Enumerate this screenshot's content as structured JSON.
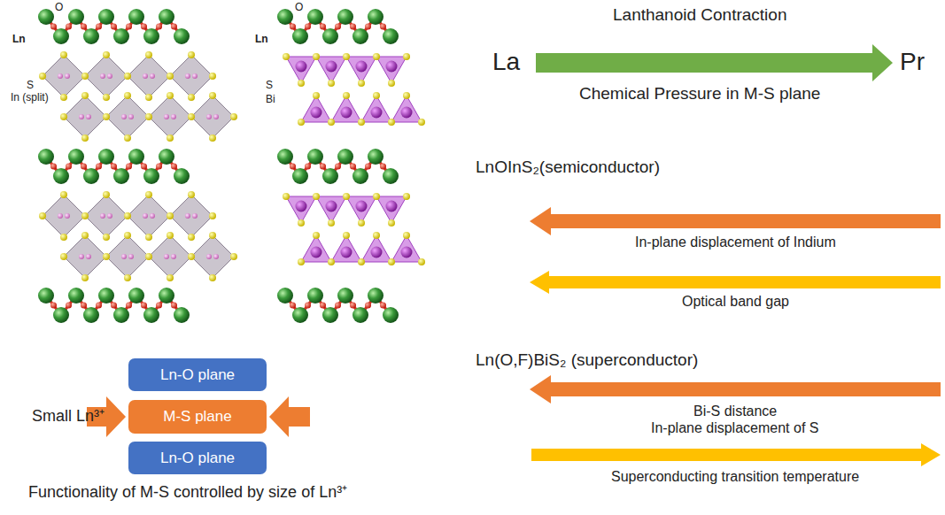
{
  "diagram": {
    "caption": "Functionality of M-S controlled by size of Ln³⁺",
    "nodes": [
      {
        "text": [
          "Ln-O plane"
        ]
      },
      {
        "text": [
          "M-S plane"
        ]
      },
      {
        "text": [
          "Ln-O plane"
        ]
      }
    ],
    "labels": [
      "O",
      "Ln",
      "S",
      "In (split)",
      "O",
      "Ln",
      "S",
      "Bi",
      "Lanthanoid Contraction",
      "La",
      "Pr",
      "Chemical Pressure in M-S plane",
      "LnOInS₂(semiconductor)",
      "In-plane displacement of Indium",
      "Optical band gap",
      "Ln(O,F)BiS₂ (superconductor)",
      "Bi-S distance",
      "In-plane displacement of S",
      "Superconducting transition temperature",
      "Small Ln³⁺"
    ]
  }
}
